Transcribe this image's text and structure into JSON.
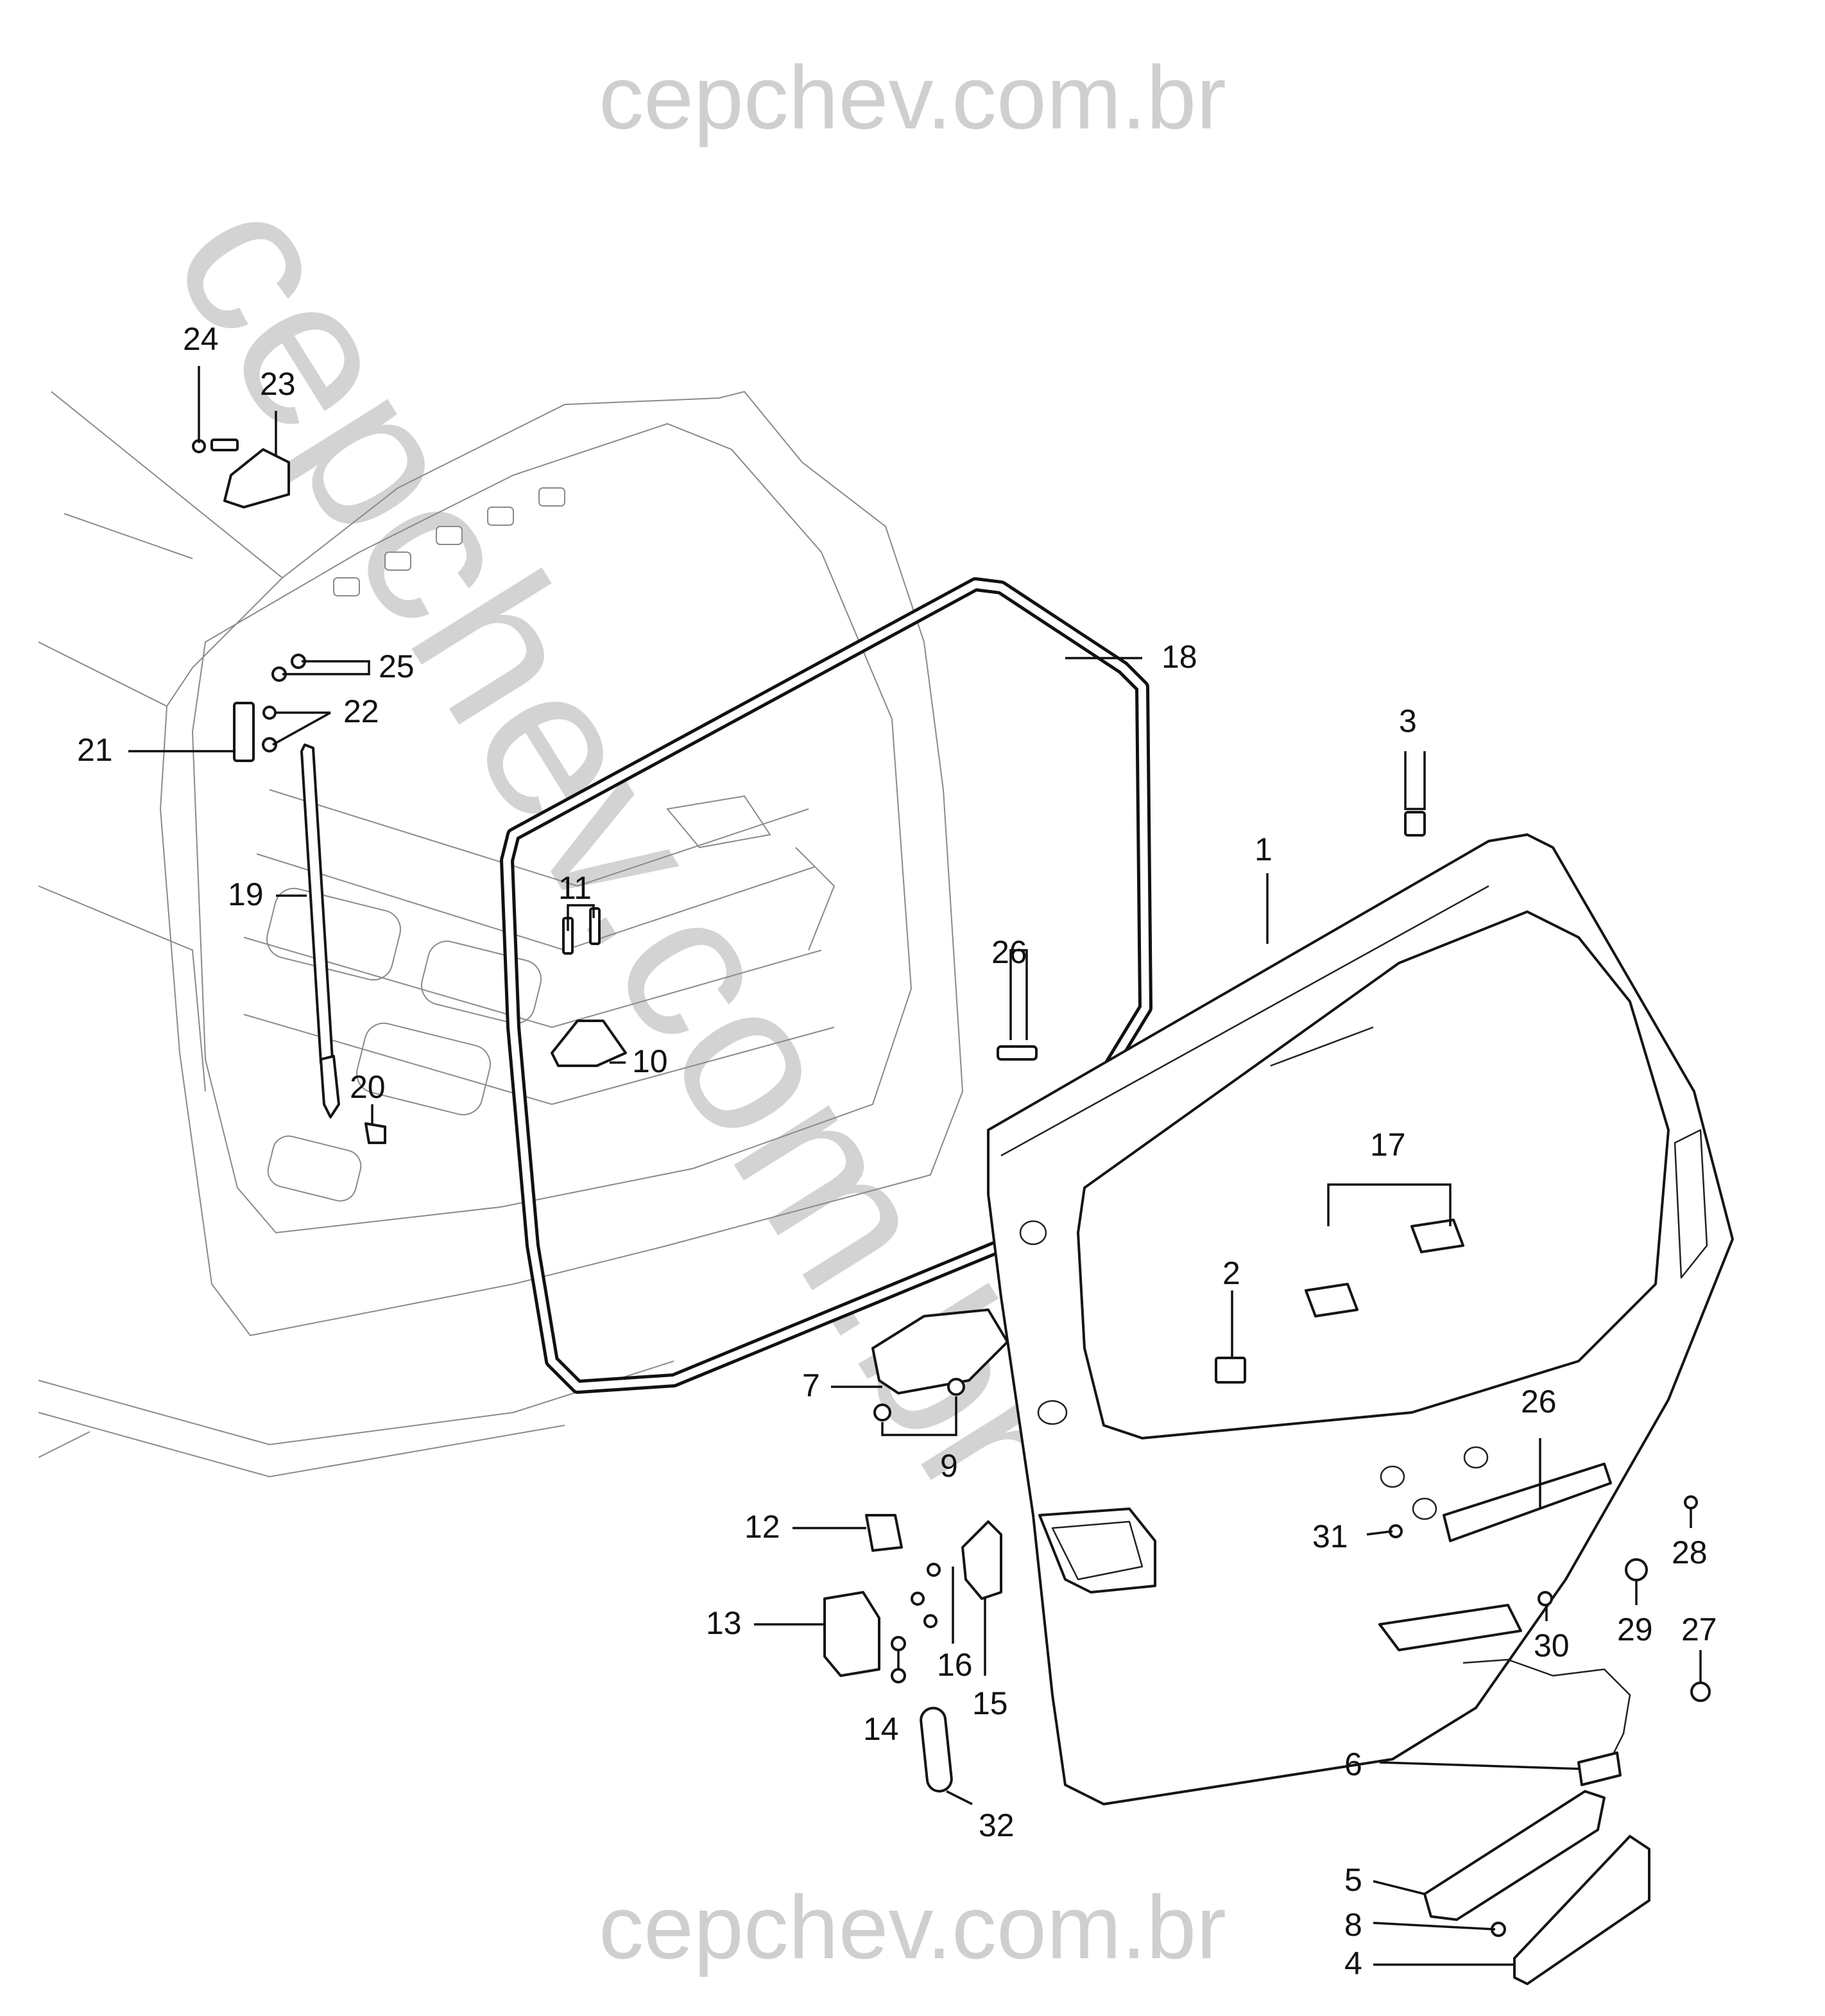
{
  "watermark": {
    "top_text": "cepchev.com.br",
    "bottom_text": "cepchev.com.br",
    "diagonal_text": "cepchev.com.br"
  },
  "callouts": [
    "24",
    "23",
    "25",
    "22",
    "21",
    "19",
    "20",
    "18",
    "11",
    "10",
    "26",
    "3",
    "1",
    "17",
    "2",
    "7",
    "9",
    "12",
    "13",
    "14",
    "16",
    "15",
    "32",
    "26",
    "31",
    "30",
    "29",
    "28",
    "27",
    "6",
    "5",
    "8",
    "4"
  ],
  "colors": {
    "line": "#111111",
    "watermark": "#cfcfcf",
    "background": "#ffffff"
  }
}
